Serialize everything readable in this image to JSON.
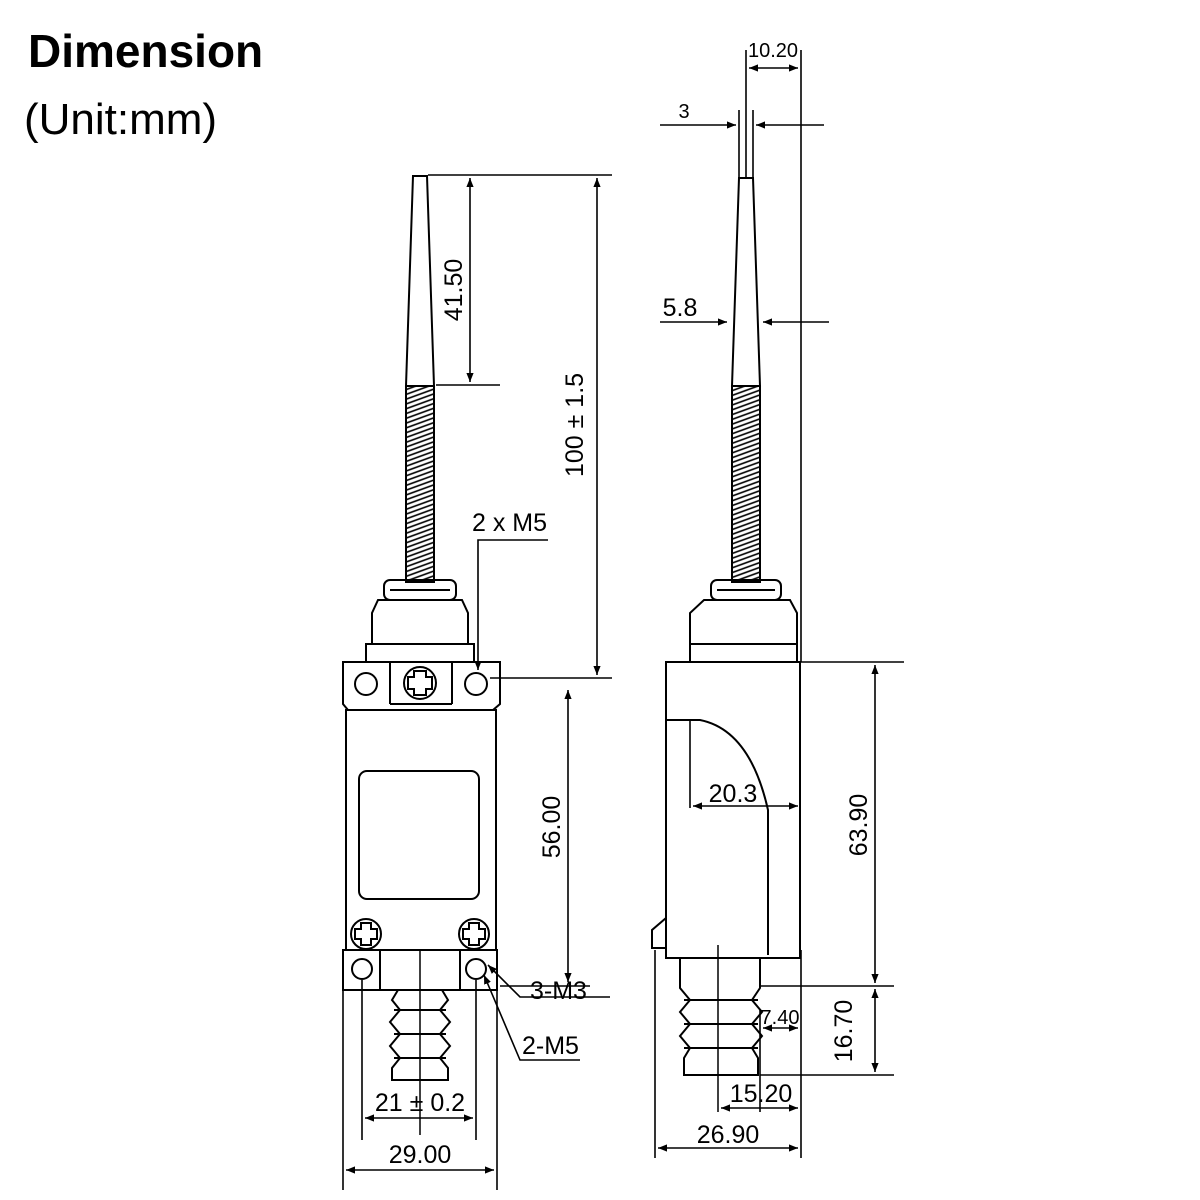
{
  "header": {
    "title": "Dimension",
    "subtitle": "(Unit:mm)"
  },
  "front_view": {
    "dim_rod_tip": "41.50",
    "dim_rod_total": "100 ± 1.5",
    "label_top_holes": "2 x M5",
    "dim_body_height": "56.00",
    "label_bottom_screws": "3-M3",
    "label_bottom_holes": "2-M5",
    "dim_hole_spacing": "21 ± 0.2",
    "dim_body_width": "29.00"
  },
  "side_view": {
    "dim_top_offset": "10.20",
    "dim_tip_dia": "3",
    "dim_rod_dia": "5.8",
    "dim_cover_radius": "20.3",
    "dim_body_height": "63.90",
    "dim_plunger_width": "7.40",
    "dim_plunger_height": "16.70",
    "dim_plunger_offset": "15.20",
    "dim_body_depth": "26.90"
  }
}
